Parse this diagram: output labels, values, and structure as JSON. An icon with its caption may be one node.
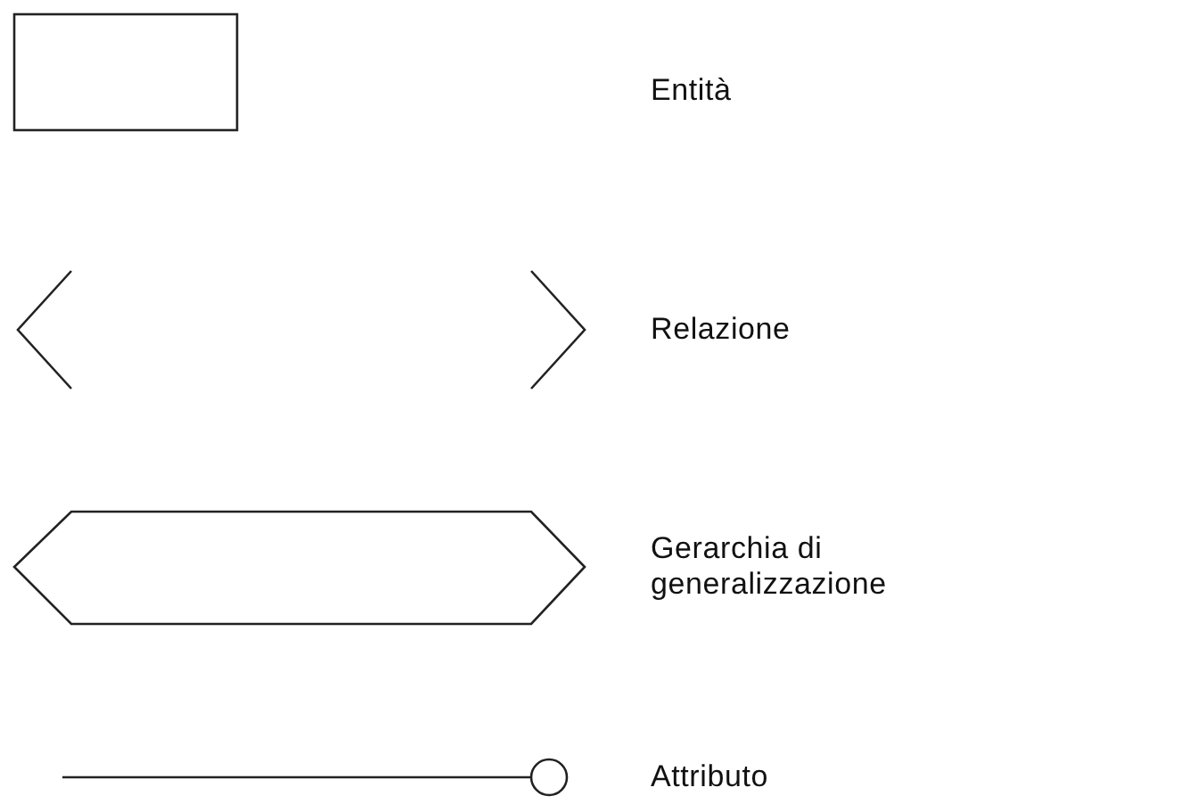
{
  "diagram": {
    "nodes": [
      {
        "text": [],
        "shape": "box"
      },
      {
        "text": [],
        "shape": "brackets"
      },
      {
        "text": [],
        "shape": "hexagon"
      },
      {
        "text": [],
        "shape": "line"
      }
    ],
    "labels": [
      "Entità",
      "Relazione",
      "Gerarchia di generalizzazione",
      "Attributo"
    ]
  }
}
